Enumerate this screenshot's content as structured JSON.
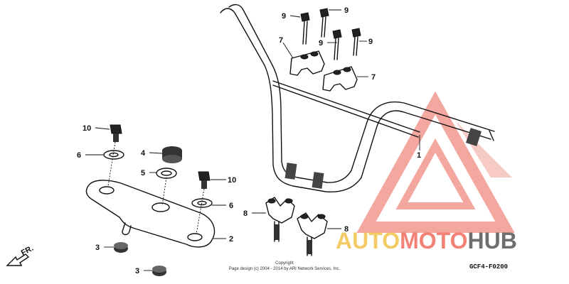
{
  "labels": {
    "p1": "1",
    "p2": "2",
    "p3a": "3",
    "p3b": "3",
    "p4": "4",
    "p5": "5",
    "p6a": "6",
    "p6b": "6",
    "p7a": "7",
    "p7b": "7",
    "p8a": "8",
    "p8b": "8",
    "p9a": "9",
    "p9b": "9",
    "p9c": "9",
    "p9d": "9",
    "p10a": "10",
    "p10b": "10"
  },
  "front_marker": "FR.",
  "diagram_code": "GCF4-F0200",
  "copyright": {
    "line1": "Copyright",
    "line2": "Page design (c) 2004 - 2014 by ARI Network Services, Inc."
  },
  "watermark": {
    "word_auto": "AUTO",
    "word_moto": "MOTO",
    "word_hub": "HUB",
    "colors": {
      "auto": "#f2c34a",
      "moto": "#f26d5f",
      "hub": "#555555",
      "triangle": "#f08a80"
    }
  }
}
